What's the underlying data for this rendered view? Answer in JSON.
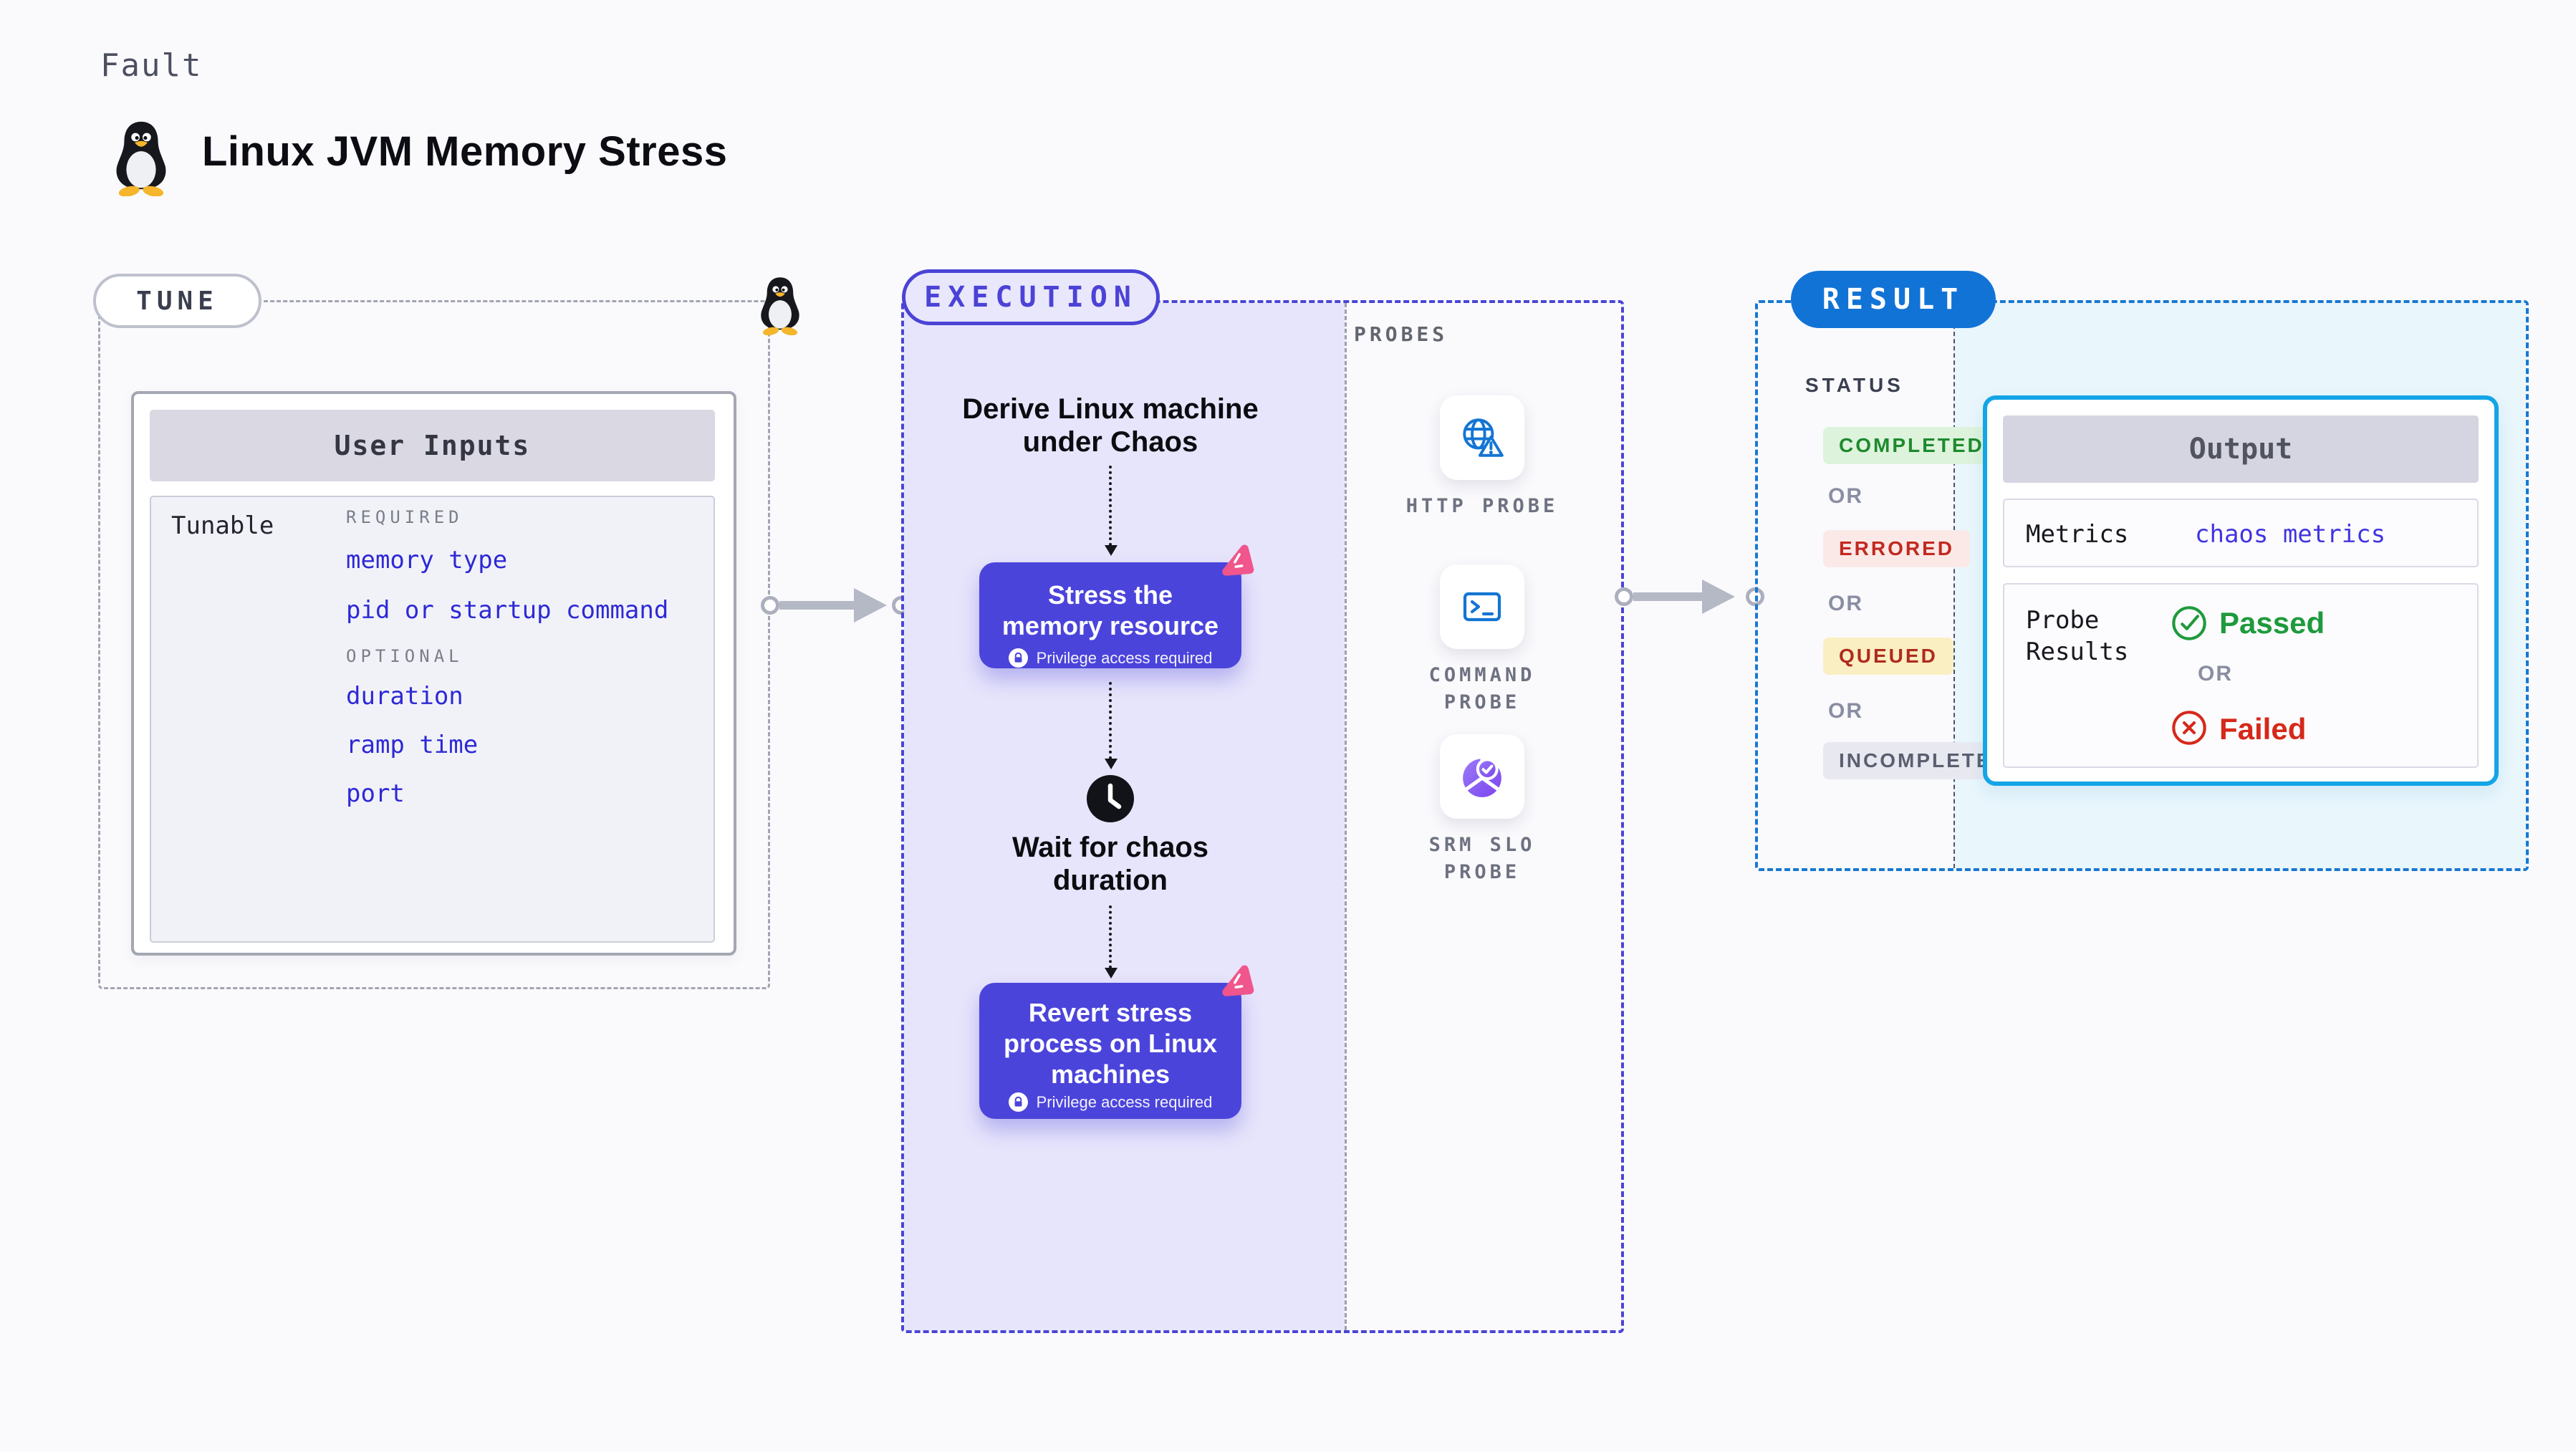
{
  "page": {
    "fault_label": "Fault",
    "title": "Linux JVM Memory Stress"
  },
  "tune": {
    "badge": "TUNE",
    "panel_header": "User Inputs",
    "row_label": "Tunable",
    "required_label": "REQUIRED",
    "required_items": [
      "memory type",
      "pid or startup command"
    ],
    "optional_label": "OPTIONAL",
    "optional_items": [
      "duration",
      "ramp time",
      "port"
    ]
  },
  "execution": {
    "badge": "EXECUTION",
    "derive_lines": [
      "Derive Linux machine",
      "under Chaos"
    ],
    "stress_lines": [
      "Stress the",
      "memory resource"
    ],
    "privilege_note": "Privilege access required",
    "wait_lines": [
      "Wait for chaos",
      "duration"
    ],
    "revert_lines": [
      "Revert stress",
      "process on Linux",
      "machines"
    ]
  },
  "probes": {
    "heading": "PROBES",
    "items": [
      {
        "icon": "globe-alert",
        "label_lines": [
          "HTTP PROBE"
        ]
      },
      {
        "icon": "terminal",
        "label_lines": [
          "COMMAND",
          "PROBE"
        ]
      },
      {
        "icon": "slo-donut",
        "label_lines": [
          "SRM SLO",
          "PROBE"
        ]
      }
    ]
  },
  "result": {
    "badge": "RESULT",
    "status_heading": "STATUS",
    "or_label": "OR",
    "statuses": [
      {
        "label": "COMPLETED",
        "bg": "#DDF3DC",
        "color": "#1E8A2E"
      },
      {
        "label": "ERRORED",
        "bg": "#FBE9E8",
        "color": "#C2291F"
      },
      {
        "label": "QUEUED",
        "bg": "#FAEFC2",
        "color": "#B02A1E"
      },
      {
        "label": "INCOMPLETED",
        "bg": "#E8E9F0",
        "color": "#5A5F70"
      }
    ],
    "output": {
      "header": "Output",
      "metrics_label": "Metrics",
      "metrics_value": "chaos metrics",
      "probe_results_label": "Probe Results",
      "passed_label": "Passed",
      "or_label": "OR",
      "failed_label": "Failed"
    }
  },
  "colors": {
    "page_bg": "#FAFAFD",
    "indigo": "#4B44DB",
    "lavender_fill": "#E7E5FB",
    "result_blue": "#1273D7",
    "output_border": "#13A5E6",
    "cyan_fill": "#E9F6FC",
    "probe_icon_blue": "#1375D3",
    "slo_purple": "#7B45EF",
    "pink_accent": "#F0558C",
    "link_blue": "#2E29D5",
    "passed_green": "#1E9A3C",
    "failed_red": "#D6281A"
  }
}
